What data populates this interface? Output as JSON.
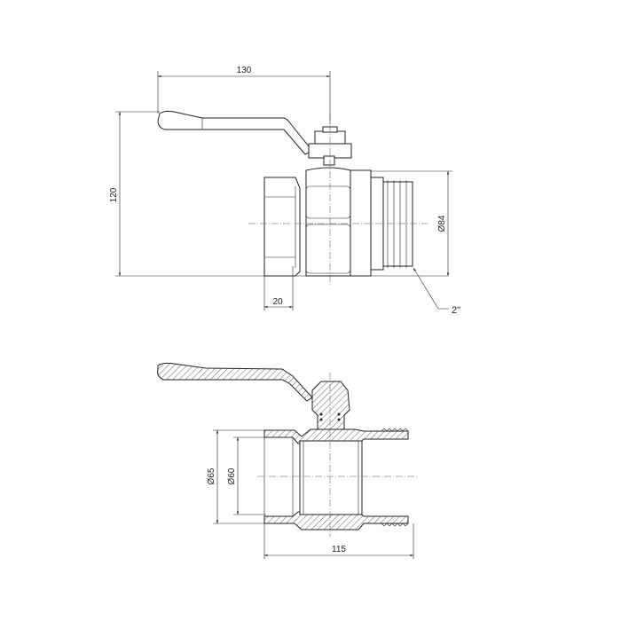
{
  "dimensions": {
    "handle_length": "130",
    "height": "120",
    "outer_diameter": "Ø84",
    "thread_depth": "20",
    "thread_size": "2\"",
    "diameter_65": "Ø65",
    "diameter_60": "Ø60",
    "overall_length": "115"
  }
}
